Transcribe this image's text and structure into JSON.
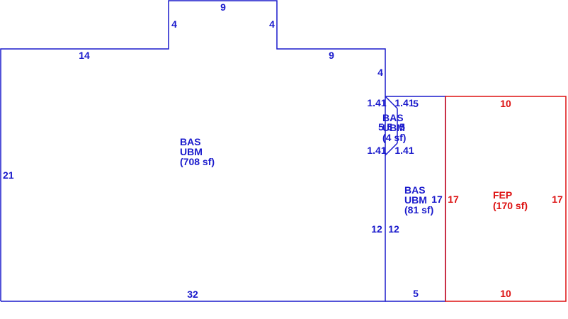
{
  "colors": {
    "main": "#1a1acc",
    "porch": "#dd1111"
  },
  "areas": {
    "main": {
      "code": "BAS",
      "type": "UBM",
      "area": "(708 sf)"
    },
    "small": {
      "code": "BAS",
      "type": "UBM",
      "area": "(4 sf)"
    },
    "mid": {
      "code": "BAS",
      "type": "UBM",
      "area": "(81 sf)"
    },
    "porch": {
      "code": "FEP",
      "area": "(170 sf)"
    }
  },
  "dimensions": {
    "top_bump": "9",
    "bump_left": "4",
    "bump_right": "4",
    "top_left": "14",
    "top_right": "9",
    "step_down": "4",
    "left": "21",
    "bottom_main": "32",
    "diag_top_left": "1.41",
    "diag_top_right": "1.41",
    "small_right_top": "5",
    "small_left_a": "5",
    "small_left_b": "5",
    "small_right_a": "5",
    "diag_bot_left": "1.41",
    "diag_bot_right": "1.41",
    "inner_left": "12",
    "inner_right": "12",
    "mid_right": "17",
    "mid_bottom": "5",
    "porch_top": "10",
    "porch_left": "17",
    "porch_right": "17",
    "porch_bottom": "10"
  }
}
